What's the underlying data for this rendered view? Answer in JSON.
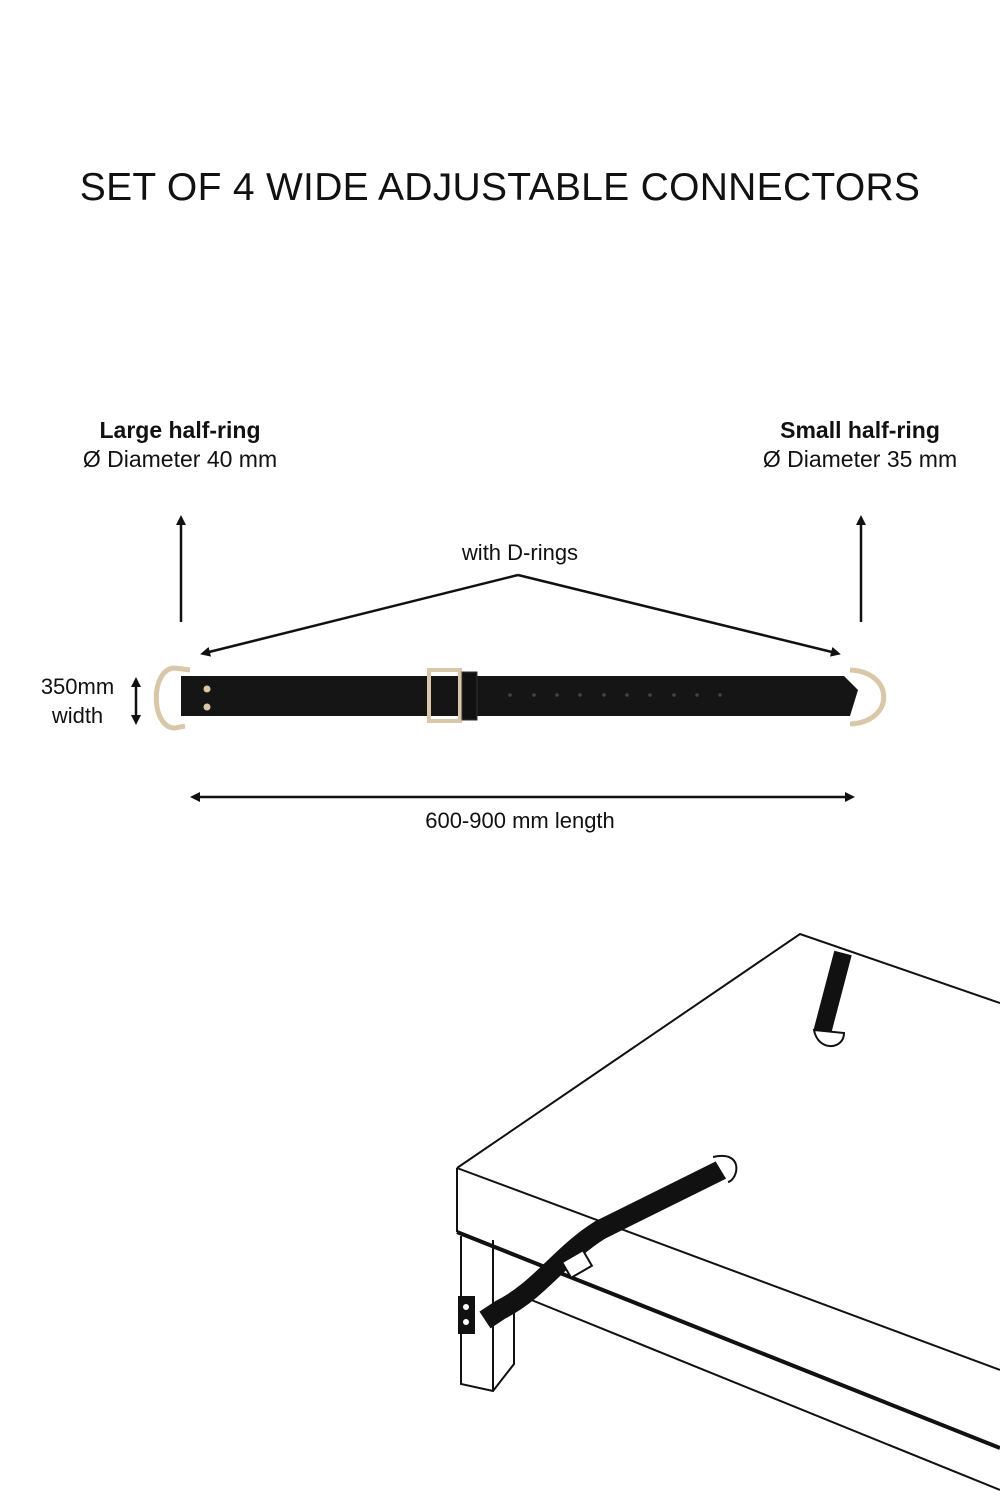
{
  "title": "SET OF 4 WIDE ADJUSTABLE CONNECTORS",
  "large_ring": {
    "name": "Large half-ring",
    "diameter": "Ø Diameter 40 mm"
  },
  "small_ring": {
    "name": "Small half-ring",
    "diameter": "Ø Diameter 35 mm"
  },
  "drings_label": "with D-rings",
  "width_label": {
    "value": "350mm",
    "unit": "width"
  },
  "length_label": "600-900 mm length",
  "colors": {
    "strap": "#151515",
    "hardware": "#d8c7a8",
    "line": "#111111"
  }
}
